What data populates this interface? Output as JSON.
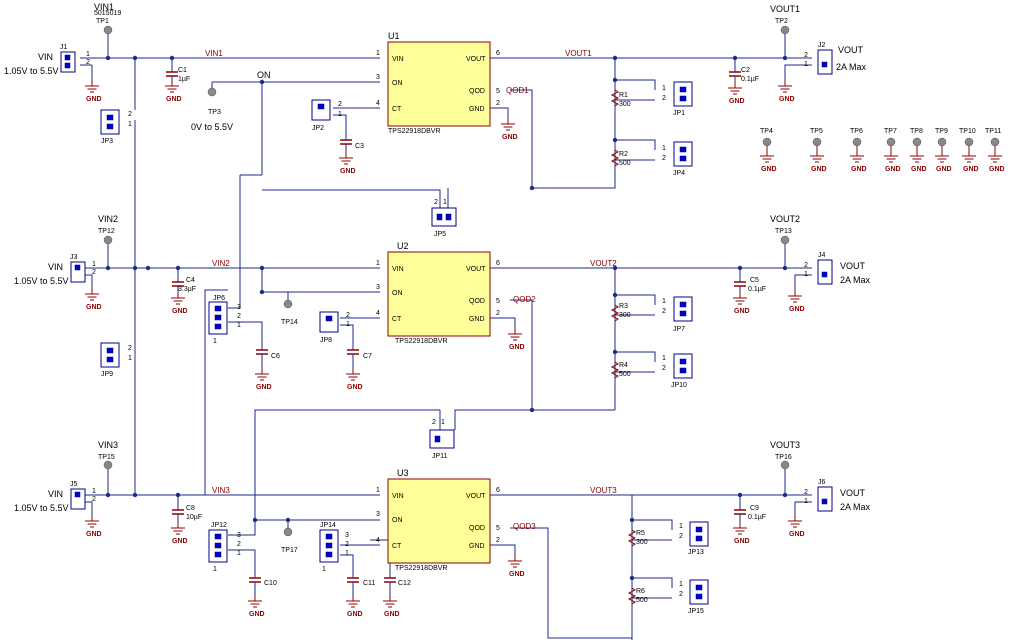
{
  "colors": {
    "wire": "#1f2a8c",
    "net_label": "#8b0000",
    "ic_fill": "#ffff99",
    "ic_border": "#8b0000",
    "header_pad": "#0000cc",
    "test_point": "#888888"
  },
  "nets": {
    "vin1": "VIN1",
    "vin2": "VIN2",
    "vin3": "VIN3",
    "vout1": "VOUT1",
    "vout2": "VOUT2",
    "vout3": "VOUT3",
    "qod1": "QOD1",
    "qod2": "QOD2",
    "qod3": "QOD3",
    "on": "ON",
    "gnd": "GND"
  },
  "test_points": {
    "tp1": "TP1",
    "tp1_part": "5015019",
    "tp1_net": "VIN1",
    "tp2": "TP2",
    "tp2_net": "VOUT1",
    "tp3": "TP3",
    "tp3_range": "0V to 5.5V",
    "tp12": "TP12",
    "tp12_net": "VIN2",
    "tp13": "TP13",
    "tp13_net": "VOUT2",
    "tp14": "TP14",
    "tp15": "TP15",
    "tp15_net": "VIN3",
    "tp16": "TP16",
    "tp16_net": "VOUT3",
    "tp17": "TP17",
    "spares": [
      "TP4",
      "TP5",
      "TP6",
      "TP7",
      "TP8",
      "TP9",
      "TP10",
      "TP11"
    ]
  },
  "connectors": {
    "input": {
      "j1": "J1",
      "j3": "J3",
      "j5": "J5",
      "label": "VIN",
      "range": "1.05V to 5.5V"
    },
    "output": {
      "j2": "J2",
      "j4": "J4",
      "j6": "J6",
      "label": "VOUT",
      "rating": "2A Max"
    }
  },
  "ics": {
    "part": "TPS22918DBVR",
    "u1": "U1",
    "u2": "U2",
    "u3": "U3",
    "pins": {
      "vin": "VIN",
      "on": "ON",
      "ct": "CT",
      "vout": "VOUT",
      "qod": "QOD",
      "gnd": "GND"
    },
    "pin_numbers": {
      "vin": "1",
      "on": "3",
      "ct": "4",
      "vout": "6",
      "qod": "5",
      "gnd": "2"
    }
  },
  "capacitors": {
    "c1": "C1",
    "c1_value": "1µF",
    "c2": "C2",
    "c2_value": "0.1µF",
    "c3": "C3",
    "c4": "C4",
    "c4_value": "3.3µF",
    "c5": "C5",
    "c5_value": "0.1µF",
    "c6": "C6",
    "c7": "C7",
    "c8": "C8",
    "c8_value": "10µF",
    "c9": "C9",
    "c9_value": "0.1µF",
    "c10": "C10",
    "c11": "C11",
    "c12": "C12"
  },
  "resistors": {
    "r1": "R1",
    "r1_value": "300",
    "r2": "R2",
    "r2_value": "500",
    "r3": "R3",
    "r3_value": "300",
    "r4": "R4",
    "r4_value": "500",
    "r5": "R5",
    "r5_value": "300",
    "r6": "R6",
    "r6_value": "500"
  },
  "jumpers": {
    "jp1": "JP1",
    "jp2": "JP2",
    "jp3": "JP3",
    "jp4": "JP4",
    "jp5": "JP5",
    "jp6": "JP6",
    "jp7": "JP7",
    "jp8": "JP8",
    "jp9": "JP9",
    "jp10": "JP10",
    "jp11": "JP11",
    "jp12": "JP12",
    "jp13": "JP13",
    "jp14": "JP14",
    "jp15": "JP15"
  },
  "pin_labels": {
    "p1": "1",
    "p2": "2",
    "p3": "3"
  }
}
